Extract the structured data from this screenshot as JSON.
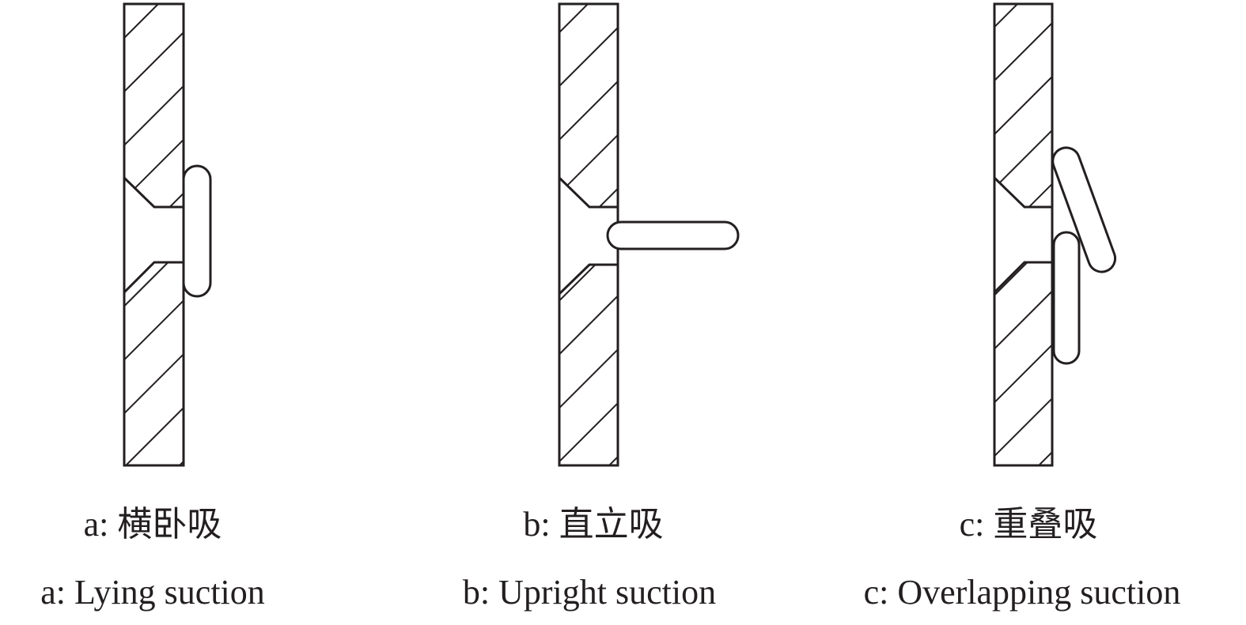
{
  "panels": [
    {
      "id": "a",
      "label_cn": "a: 横卧吸",
      "label_en": "a: Lying suction"
    },
    {
      "id": "b",
      "label_cn": "b: 直立吸",
      "label_en": "b: Upright suction"
    },
    {
      "id": "c",
      "label_cn": "c: 重叠吸",
      "label_en": "c: Overlapping suction"
    }
  ],
  "colors": {
    "stroke": "#231f20",
    "background": "#ffffff"
  }
}
